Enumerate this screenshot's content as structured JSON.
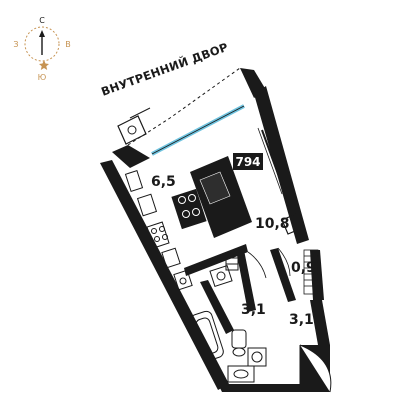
{
  "compass": {
    "north": "С",
    "west": "З",
    "east": "В",
    "south": "Ю"
  },
  "courtyard_label": "ВНУТРЕННИЙ ДВОР",
  "apartment_number": "794",
  "rooms": {
    "kitchen": "6,5",
    "living": "10,8",
    "wardrobe": "0,9",
    "bathroom": "3,1",
    "hall": "3,1"
  },
  "colors": {
    "wall": "#1a1a1a",
    "window": "#6fc3df",
    "compass_accent": "#c69352",
    "badge_bg": "#1a1a1a"
  }
}
